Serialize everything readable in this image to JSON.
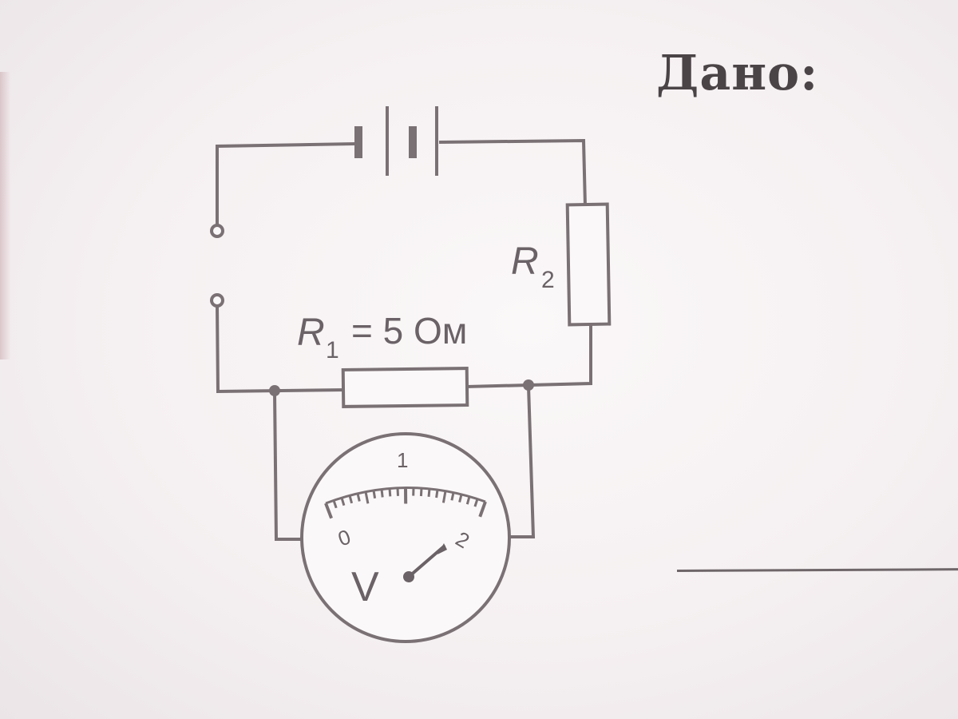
{
  "header": {
    "given_label": "Дано:"
  },
  "circuit": {
    "r1_symbol": "R",
    "r1_subscript": "1",
    "r1_value": "= 5 Ом",
    "r2_symbol": "R",
    "r2_subscript": "2",
    "voltmeter_symbol": "V",
    "scale_labels": [
      "0",
      "1",
      "2"
    ],
    "needle_reading": 2
  },
  "colors": {
    "ink": "#7a7174",
    "text": "#6a6266",
    "heading": "#4b4447"
  }
}
